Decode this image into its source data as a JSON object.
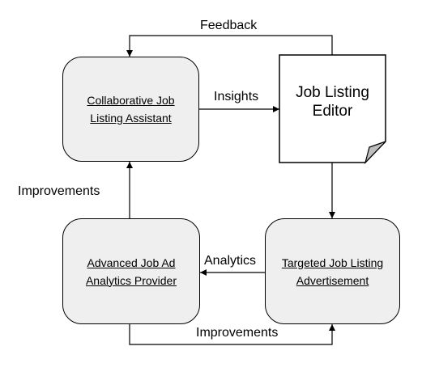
{
  "nodes": {
    "assistant": "Collaborative Job\nListing Assistant",
    "editor": "Job Listing\nEditor",
    "analytics_provider": "Advanced Job Ad\nAnalytics Provider",
    "advertisement": "Targeted Job Listing\nAdvertisement"
  },
  "edges": {
    "feedback": "Feedback",
    "insights": "Insights",
    "improvements_left": "Improvements",
    "analytics": "Analytics",
    "improvements_bottom": "Improvements"
  }
}
